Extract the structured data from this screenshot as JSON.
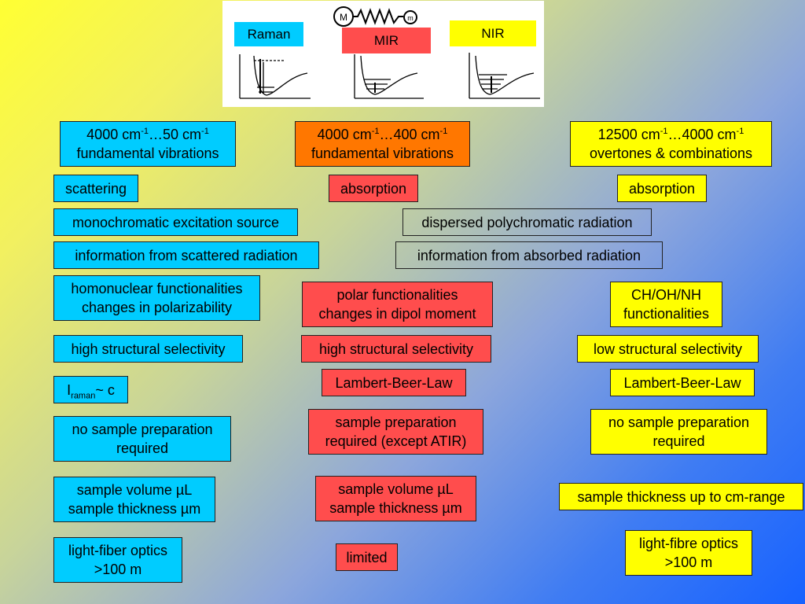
{
  "figure": {
    "oscillator_labels": [
      "M",
      "m"
    ],
    "headers": [
      "Raman",
      "MIR",
      "NIR"
    ]
  },
  "raman": {
    "range": {
      "from": "4000 cm",
      "from_sup": "-1",
      "sep": "…50 cm",
      "to_sup": "-1",
      "line2": "fundamental vibrations"
    },
    "items": [
      "scattering",
      "monochromatic excitation source",
      "information from scattered radiation",
      [
        "homonuclear functionalities",
        "changes in polarizability"
      ],
      "high structural selectivity",
      [
        "no sample preparation",
        "required"
      ],
      [
        "sample volume µL",
        "sample thickness µm"
      ],
      [
        "light-fiber optics",
        ">100 m"
      ]
    ],
    "intensity": {
      "base": "I",
      "sub": "raman",
      "rest": "~ c"
    }
  },
  "mir": {
    "range": {
      "from": "4000 cm",
      "from_sup": "-1",
      "sep": "…400 cm",
      "to_sup": "-1",
      "line2": "fundamental vibrations"
    },
    "items": [
      "absorption",
      "dispersed polychromatic radiation",
      "information from absorbed radiation",
      [
        "polar functionalities",
        "changes in dipol moment"
      ],
      "high structural selectivity",
      "Lambert-Beer-Law",
      [
        "sample preparation",
        "required (except ATIR)"
      ],
      [
        "sample volume µL",
        "sample thickness µm"
      ],
      "limited"
    ]
  },
  "nir": {
    "range": {
      "from": "12500 cm",
      "from_sup": "-1",
      "sep": "…4000 cm",
      "to_sup": "-1",
      "line2": "overtones & combinations"
    },
    "items": [
      "absorption",
      [
        "CH/OH/NH",
        "functionalities"
      ],
      "low structural selectivity",
      "Lambert-Beer-Law",
      [
        "no sample preparation",
        "required"
      ],
      "sample thickness up to cm-range",
      [
        "light-fibre optics",
        ">100 m"
      ]
    ]
  },
  "colors": {
    "raman": "#00ccff",
    "mir": "#ff4d4d",
    "mir_range": "#ff7700",
    "nir": "#ffff00"
  }
}
